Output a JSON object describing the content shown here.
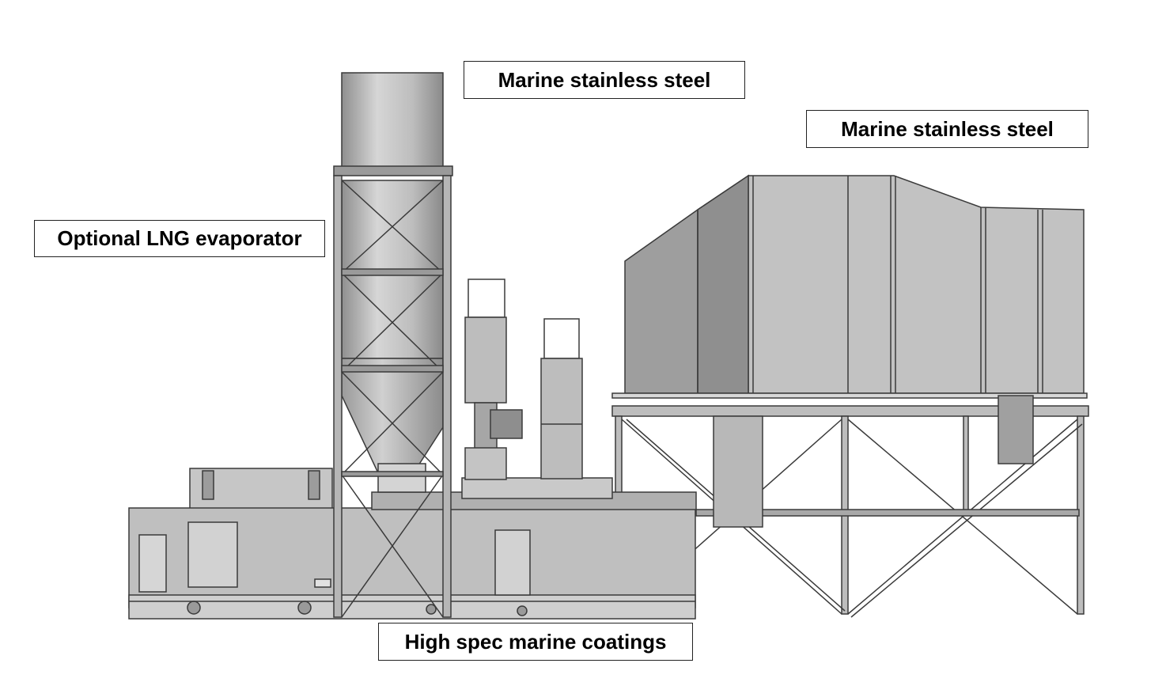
{
  "labels": {
    "stack_material": "Marine stainless steel",
    "duct_material": "Marine stainless steel",
    "evaporator": "Optional LNG evaporator",
    "coatings": "High spec marine coatings"
  },
  "colors": {
    "metal_light": "#c8c8c8",
    "metal_mid": "#b4b4b4",
    "metal_dark": "#8e8e8e",
    "outline": "#3a3a3a"
  }
}
